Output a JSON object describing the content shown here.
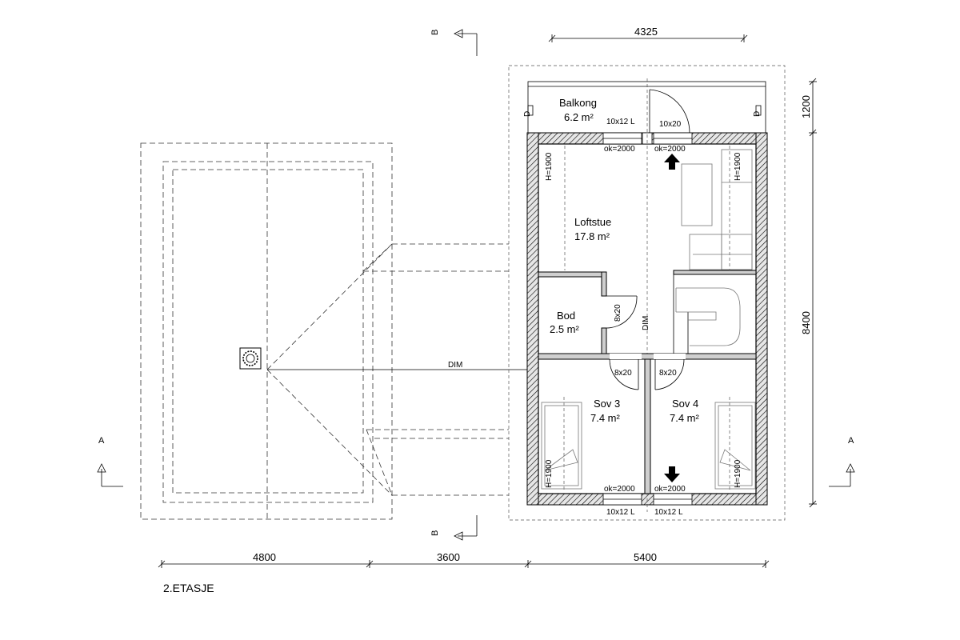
{
  "drawing": {
    "title": "2.ETASJE",
    "section_markers": {
      "a": "A",
      "b": "B"
    },
    "dimensions": {
      "top": "4325",
      "right_upper": "1200",
      "right_main": "8400",
      "bottom_1": "4800",
      "bottom_2": "3600",
      "bottom_3": "5400"
    },
    "rooms": {
      "balkong": {
        "name": "Balkong",
        "area": "6.2 m²"
      },
      "loftstue": {
        "name": "Loftstue",
        "area": "17.8 m²"
      },
      "bod": {
        "name": "Bod",
        "area": "2.5 m²"
      },
      "sov3": {
        "name": "Sov 3",
        "area": "7.4 m²"
      },
      "sov4": {
        "name": "Sov 4",
        "area": "7.4 m²"
      }
    },
    "labels": {
      "window_top": "10x12 L",
      "door_balcony": "10x20",
      "ok_top_left": "ok=2000",
      "ok_top_right": "ok=2000",
      "ok_bottom_left": "ok=2000",
      "ok_bottom_right": "ok=2000",
      "h_loft": "H=1900",
      "h_loft_right": "H=1900",
      "h_sov3": "H=1900",
      "h_sov4": "H=1900",
      "door_bod": "8x20",
      "door_sov3": "8x20",
      "door_sov4": "8x20",
      "dim_vertical": "DIM",
      "dim_horizontal": "DIM",
      "window_bottom_left": "10x12 L",
      "window_bottom_right": "10x12 L",
      "d_left": "D",
      "d_right": "D"
    }
  }
}
